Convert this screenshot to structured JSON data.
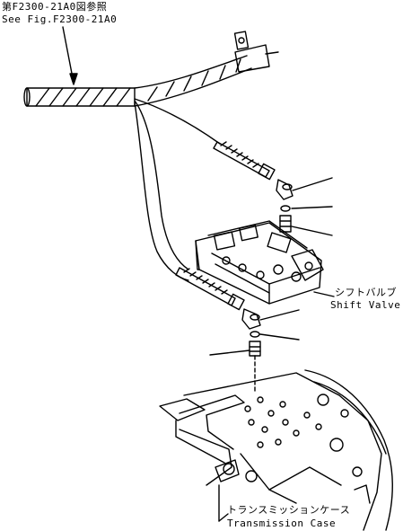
{
  "reference": {
    "japanese": "第F2300-21A0図参照",
    "english": "See Fig.F2300-21A0"
  },
  "shift_valve": {
    "japanese": "シフトバルブ",
    "english": "Shift Valve"
  },
  "transmission_case": {
    "japanese": "トランスミッションケース",
    "english": "Transmission Case"
  }
}
